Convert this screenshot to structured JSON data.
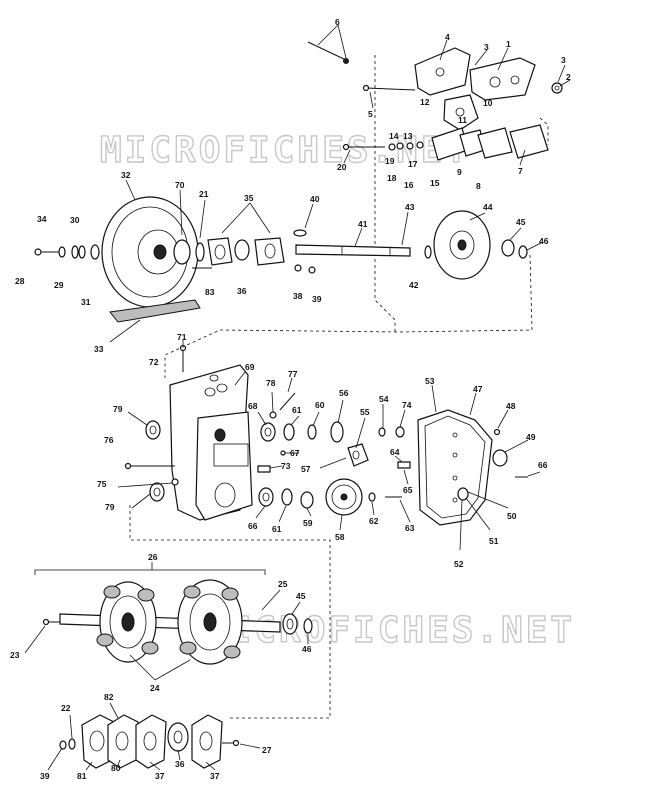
{
  "watermark": {
    "top": "MICROFICHES.NET",
    "bottom": "MICROFICHES.NET"
  },
  "callouts": [
    {
      "id": "c1",
      "text": "1"
    },
    {
      "id": "c2",
      "text": "2"
    },
    {
      "id": "c3a",
      "text": "3"
    },
    {
      "id": "c3b",
      "text": "3"
    },
    {
      "id": "c4",
      "text": "4"
    },
    {
      "id": "c5",
      "text": "5"
    },
    {
      "id": "c6",
      "text": "6"
    },
    {
      "id": "c7",
      "text": "7"
    },
    {
      "id": "c8",
      "text": "8"
    },
    {
      "id": "c9",
      "text": "9"
    },
    {
      "id": "c10",
      "text": "10"
    },
    {
      "id": "c11",
      "text": "11"
    },
    {
      "id": "c12",
      "text": "12"
    },
    {
      "id": "c13",
      "text": "13"
    },
    {
      "id": "c14",
      "text": "14"
    },
    {
      "id": "c15",
      "text": "15"
    },
    {
      "id": "c16",
      "text": "16"
    },
    {
      "id": "c17",
      "text": "17"
    },
    {
      "id": "c18",
      "text": "18"
    },
    {
      "id": "c19",
      "text": "19"
    },
    {
      "id": "c20",
      "text": "20"
    },
    {
      "id": "c21",
      "text": "21"
    },
    {
      "id": "c22",
      "text": "22"
    },
    {
      "id": "c23",
      "text": "23"
    },
    {
      "id": "c24",
      "text": "24"
    },
    {
      "id": "c25",
      "text": "25"
    },
    {
      "id": "c26",
      "text": "26"
    },
    {
      "id": "c27",
      "text": "27"
    },
    {
      "id": "c28",
      "text": "28"
    },
    {
      "id": "c29",
      "text": "29"
    },
    {
      "id": "c30",
      "text": "30"
    },
    {
      "id": "c31",
      "text": "31"
    },
    {
      "id": "c32",
      "text": "32"
    },
    {
      "id": "c33",
      "text": "33"
    },
    {
      "id": "c34",
      "text": "34"
    },
    {
      "id": "c35",
      "text": "35"
    },
    {
      "id": "c36a",
      "text": "36"
    },
    {
      "id": "c36b",
      "text": "36"
    },
    {
      "id": "c37a",
      "text": "37"
    },
    {
      "id": "c37b",
      "text": "37"
    },
    {
      "id": "c38",
      "text": "38"
    },
    {
      "id": "c39a",
      "text": "39"
    },
    {
      "id": "c39b",
      "text": "39"
    },
    {
      "id": "c40",
      "text": "40"
    },
    {
      "id": "c41",
      "text": "41"
    },
    {
      "id": "c42",
      "text": "42"
    },
    {
      "id": "c43",
      "text": "43"
    },
    {
      "id": "c44",
      "text": "44"
    },
    {
      "id": "c45a",
      "text": "45"
    },
    {
      "id": "c45b",
      "text": "45"
    },
    {
      "id": "c46a",
      "text": "46"
    },
    {
      "id": "c46b",
      "text": "46"
    },
    {
      "id": "c47",
      "text": "47"
    },
    {
      "id": "c48",
      "text": "48"
    },
    {
      "id": "c49",
      "text": "49"
    },
    {
      "id": "c50",
      "text": "50"
    },
    {
      "id": "c51",
      "text": "51"
    },
    {
      "id": "c52",
      "text": "52"
    },
    {
      "id": "c53",
      "text": "53"
    },
    {
      "id": "c54",
      "text": "54"
    },
    {
      "id": "c55",
      "text": "55"
    },
    {
      "id": "c56",
      "text": "56"
    },
    {
      "id": "c57",
      "text": "57"
    },
    {
      "id": "c58",
      "text": "58"
    },
    {
      "id": "c59",
      "text": "59"
    },
    {
      "id": "c60",
      "text": "60"
    },
    {
      "id": "c61a",
      "text": "61"
    },
    {
      "id": "c61b",
      "text": "61"
    },
    {
      "id": "c62",
      "text": "62"
    },
    {
      "id": "c63",
      "text": "63"
    },
    {
      "id": "c64",
      "text": "64"
    },
    {
      "id": "c65",
      "text": "65"
    },
    {
      "id": "c66a",
      "text": "66"
    },
    {
      "id": "c66b",
      "text": "66"
    },
    {
      "id": "c67",
      "text": "67"
    },
    {
      "id": "c68",
      "text": "68"
    },
    {
      "id": "c69",
      "text": "69"
    },
    {
      "id": "c70",
      "text": "70"
    },
    {
      "id": "c71",
      "text": "71"
    },
    {
      "id": "c72",
      "text": "72"
    },
    {
      "id": "c73",
      "text": "73"
    },
    {
      "id": "c74",
      "text": "74"
    },
    {
      "id": "c75",
      "text": "75"
    },
    {
      "id": "c76",
      "text": "76"
    },
    {
      "id": "c77",
      "text": "77"
    },
    {
      "id": "c78",
      "text": "78"
    },
    {
      "id": "c79a",
      "text": "79"
    },
    {
      "id": "c79b",
      "text": "79"
    },
    {
      "id": "c80",
      "text": "80"
    },
    {
      "id": "c81",
      "text": "81"
    },
    {
      "id": "c82",
      "text": "82"
    },
    {
      "id": "c83",
      "text": "83"
    }
  ]
}
